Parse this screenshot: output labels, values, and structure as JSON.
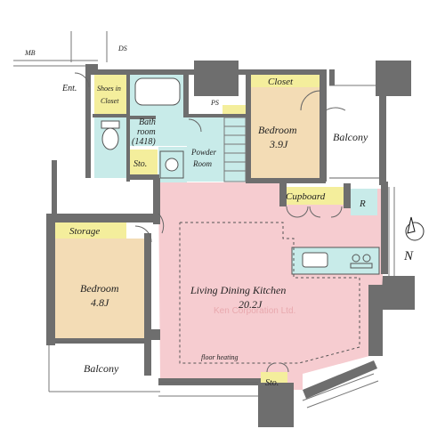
{
  "labels": {
    "mb": "MB",
    "ds": "DS",
    "ent": "Ent.",
    "shoes_line1": "Shoes in",
    "shoes_line2": "Closet",
    "bath_line1": "Bath",
    "bath_line2": "room",
    "bath_line3": "(1418)",
    "sto_upper": "Sto.",
    "powder_line1": "Powder",
    "powder_line2": "Room",
    "ps": "PS",
    "closet": "Closet",
    "bedroom_upper_line1": "Bedroom",
    "bedroom_upper_line2": "3.9J",
    "balcony_right": "Balcony",
    "cupboard": "Cupboard",
    "r": "R",
    "north": "N",
    "storage": "Storage",
    "bedroom_lower_line1": "Bedroom",
    "bedroom_lower_line2": "4.8J",
    "ldk_line1": "Living Dining Kitchen",
    "ldk_line2": "20.2J",
    "floor_heating": "floor heating",
    "sto_lower": "Sto.",
    "balcony_bottom": "Balcony",
    "watermark": "Ken Corporation Ltd."
  },
  "colors": {
    "wall": "#6e6e6e",
    "ldk_fill": "#f6ccd0",
    "bedroom_fill": "#f3dcb5",
    "wet_fill": "#c8ebe9",
    "storage_fill": "#f4ee9c",
    "balcony_fill": "#ffffff"
  }
}
